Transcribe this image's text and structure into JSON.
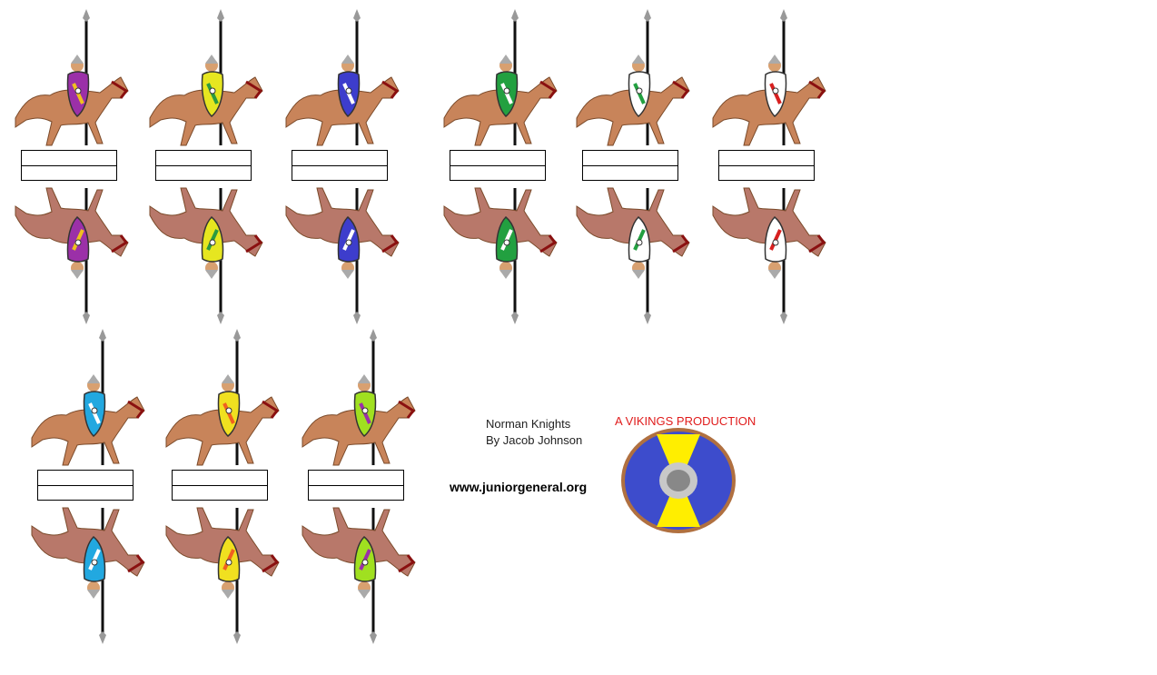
{
  "sheet": {
    "credit_title": "Norman Knights",
    "credit_author": "By Jacob Johnson",
    "website": "www.juniorgeneral.org",
    "production": "A VIKINGS PRODUCTION"
  },
  "colors": {
    "horse_top": "#c8845a",
    "horse_bottom": "#b8786a",
    "lance": "#111111",
    "emblem_blue": "#3d4ccc",
    "emblem_yellow": "#ffee00",
    "emblem_rim": "#b07040",
    "emblem_boss": "#888888"
  },
  "knights": [
    {
      "shield_icon": "shield-purple-cross-icon",
      "shield": "#9b30a8",
      "accent": "#f0c020"
    },
    {
      "shield_icon": "shield-yellow-green-stripes-icon",
      "shield": "#e6e620",
      "accent": "#2a9a40"
    },
    {
      "shield_icon": "shield-blue-icon",
      "shield": "#3d3dcc",
      "accent": "#ffffff"
    },
    {
      "shield_icon": "shield-green-icon",
      "shield": "#22a040",
      "accent": "#ffffff"
    },
    {
      "shield_icon": "shield-green-white-stripes-icon",
      "shield": "#ffffff",
      "accent": "#22a040"
    },
    {
      "shield_icon": "shield-red-white-stripes-icon",
      "shield": "#ffffff",
      "accent": "#d82020"
    },
    {
      "shield_icon": "shield-cyan-icon",
      "shield": "#22a8e0",
      "accent": "#ffffff"
    },
    {
      "shield_icon": "shield-yellow-orange-icon",
      "shield": "#f0e020",
      "accent": "#f06020"
    },
    {
      "shield_icon": "shield-green-purple-icon",
      "shield": "#a0e020",
      "accent": "#9b30a8"
    }
  ]
}
